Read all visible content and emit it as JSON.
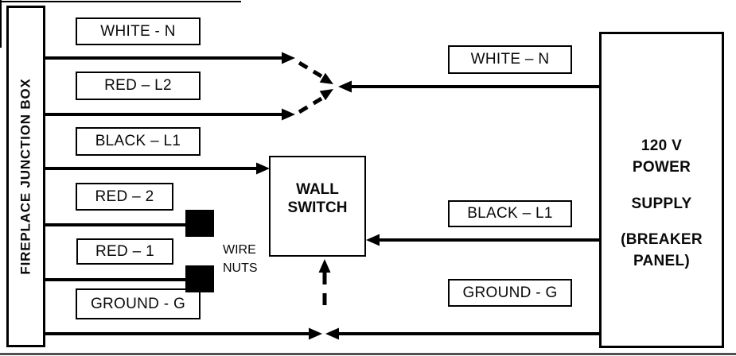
{
  "figure_type": "fireplace-wiring-diagram",
  "junction_box": {
    "label": "FIREPLACE JUNCTION BOX"
  },
  "wall_switch": {
    "label": "WALL SWITCH"
  },
  "wire_nuts": {
    "label": "WIRE NUTS",
    "symbol": "black-square",
    "count": 2
  },
  "power_supply": {
    "line1": "120 V",
    "line2": "POWER",
    "line3": "SUPPLY",
    "line4": "(BREAKER",
    "line5": "PANEL)"
  },
  "left_wire_labels": [
    {
      "label": "WHITE - N"
    },
    {
      "label": "RED – L2"
    },
    {
      "label": "BLACK – L1"
    },
    {
      "label": "RED – 2"
    },
    {
      "label": "RED – 1"
    },
    {
      "label": "GROUND - G"
    }
  ],
  "right_wire_labels": [
    {
      "label": "WHITE – N"
    },
    {
      "label": "BLACK – L1"
    },
    {
      "label": "GROUND - G"
    }
  ],
  "symbols": {
    "arrowhead": "filled-triangle",
    "dashed_connector": "dashed-line-with-arrow"
  },
  "colors": {
    "wire": "#000000",
    "background": "#ffffff",
    "text": "#0a0a0a",
    "wire_nut": "#000000"
  }
}
